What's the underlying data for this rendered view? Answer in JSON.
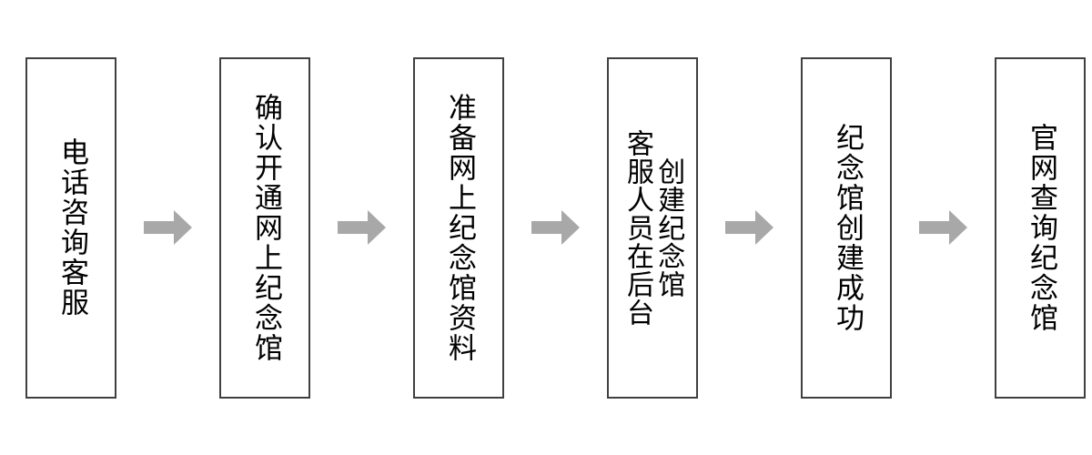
{
  "diagram": {
    "type": "horizontal-process-flow",
    "orientation": "left-to-right",
    "text_direction": "vertical",
    "colors": {
      "box_border": "#404040",
      "box_fill": "#ffffff",
      "arrow_fill": "#a8a8a8",
      "text": "#000000",
      "background": "#ffffff"
    },
    "steps": [
      {
        "index": 1,
        "columns": [
          "电话咨询客服"
        ]
      },
      {
        "index": 2,
        "columns": [
          "确认开通网上纪念馆"
        ]
      },
      {
        "index": 3,
        "columns": [
          "准备网上纪念馆资料"
        ]
      },
      {
        "index": 4,
        "columns": [
          "客服人员在后台",
          "创建纪念馆"
        ]
      },
      {
        "index": 5,
        "columns": [
          "纪念馆创建成功"
        ]
      },
      {
        "index": 6,
        "columns": [
          "官网查询纪念馆"
        ]
      }
    ],
    "connectors": [
      {
        "from": 1,
        "to": 2,
        "glyph": "arrow-right"
      },
      {
        "from": 2,
        "to": 3,
        "glyph": "arrow-right"
      },
      {
        "from": 3,
        "to": 4,
        "glyph": "arrow-right"
      },
      {
        "from": 4,
        "to": 5,
        "glyph": "arrow-right"
      },
      {
        "from": 5,
        "to": 6,
        "glyph": "arrow-right"
      }
    ]
  }
}
